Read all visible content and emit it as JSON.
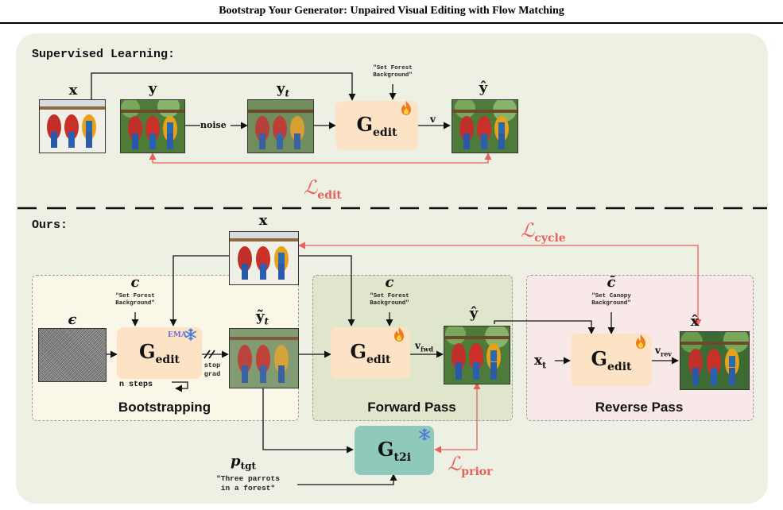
{
  "header": {
    "title": "Bootstrap Your Generator: Unpaired Visual Editing with Flow Matching"
  },
  "supervised": {
    "label": "Supervised Learning:",
    "x_label": "x",
    "y_label": "y",
    "yt_label": "y",
    "yt_sub": "t",
    "yhat_label": "ŷ",
    "noise_label": "noise",
    "v_label": "v",
    "prompt": "\"Set Forest\nBackground\"",
    "gen_main": "G",
    "gen_sub": "edit",
    "loss_main": "ℒ",
    "loss_sub": "edit"
  },
  "ours": {
    "label": "Ours:",
    "x_label": "x",
    "loss_cycle_main": "ℒ",
    "loss_cycle_sub": "cycle",
    "loss_prior_main": "ℒ",
    "loss_prior_sub": "prior",
    "bootstrapping": {
      "title": "Bootstrapping",
      "eps_label": "ϵ",
      "c_label": "c",
      "prompt": "\"Set Forest\nBackground\"",
      "gen_main": "G",
      "gen_sub": "edit",
      "ema_label": "EMA",
      "steps_label": "n steps",
      "yt_label": "ỹ",
      "yt_sub": "t",
      "stop_grad": "stop\ngrad"
    },
    "forward": {
      "title": "Forward Pass",
      "c_label": "c",
      "prompt": "\"Set Forest\nBackground\"",
      "gen_main": "G",
      "gen_sub": "edit",
      "v_main": "v",
      "v_sub": "fwd",
      "yhat_label": "ŷ"
    },
    "reverse": {
      "title": "Reverse Pass",
      "c_label": "c̄",
      "prompt": "\"Set Canopy\nBackground\"",
      "gen_main": "G",
      "gen_sub": "edit",
      "xt_main": "x",
      "xt_sub": "t",
      "v_main": "v",
      "v_sub": "rev",
      "xhat_label": "x̂"
    },
    "t2i": {
      "gen_main": "G",
      "gen_sub": "t2i",
      "p_main": "p",
      "p_sub": "tgt",
      "prompt": "\"Three parrots\nin a forest\""
    }
  },
  "colors": {
    "panel_bg": "#eef0e4",
    "generator_edit": "#fde3c6",
    "generator_t2i": "#8fc9bb",
    "loss_red": "#e8605c",
    "bootstrapping_bg": "#fbf7e8",
    "forward_bg": "#dfe6cc",
    "reverse_bg": "#f8e8e8"
  },
  "icons": [
    "fire-icon",
    "snowflake-icon",
    "loop-arrow-icon",
    "parrot-image",
    "noise-image"
  ]
}
